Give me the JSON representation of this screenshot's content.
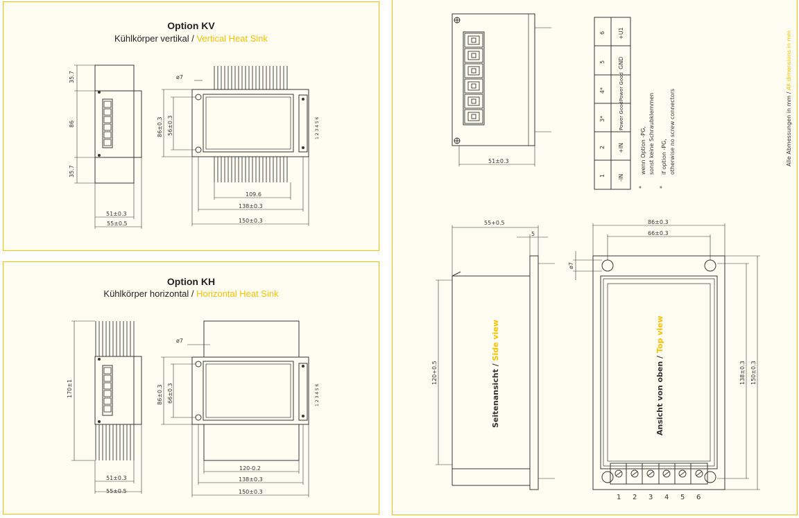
{
  "colors": {
    "accent": "#f2c200",
    "line": "#333333",
    "panel_bg": "#fffdf1"
  },
  "panel_kv": {
    "title": "Option KV",
    "subtitle_de": "Kühlkörper vertikal / ",
    "subtitle_en": "Vertical Heat Sink",
    "dims": {
      "d357_top": "35.7",
      "d86": "86",
      "d357_bot": "35.7",
      "w51": "51±0.3",
      "w55": "55±0.5",
      "phi7": "ø7",
      "h86": "86±0.3",
      "h56": "56±0.3",
      "w1096": "109.6",
      "w138": "138±0.3",
      "w150": "150±0.3"
    },
    "pin_numbers": "1 2 3 4 5 6"
  },
  "panel_kh": {
    "title": "Option KH",
    "subtitle_de": "Kühlkörper horizontal / ",
    "subtitle_en": "Horizontal Heat Sink",
    "dims": {
      "h170": "170±1",
      "w51": "51±0.3",
      "w55": "55±0.5",
      "phi7": "ø7",
      "h86": "86±0.3",
      "h66": "66±0.3",
      "w120": "120-0.2",
      "w138": "138±0.3",
      "w150": "150±0.3"
    },
    "pin_numbers": "1 2 3 4 5 6"
  },
  "right_panel": {
    "front_dim": "51±0.3",
    "pin_table": {
      "numbers": [
        "1",
        "2",
        "3*",
        "4*",
        "5",
        "6"
      ],
      "labels": [
        "-IN",
        "+IN",
        "Power Good",
        "Power Good",
        "GND",
        "+U1"
      ]
    },
    "footnote_star": "*",
    "footnote_de_1": "wenn Option -PG,",
    "footnote_de_2": "sonst keine Schraubklemmen",
    "footnote_en_1": "if option -PG,",
    "footnote_en_2": "otherwise no screw connectors",
    "all_dims_de": "Alle Abmessungen in mm / ",
    "all_dims_en": "All dimensions in mm",
    "side_view_de": "Seitenansicht / ",
    "side_view_en": "Side view",
    "side_dims": {
      "w55": "55+0.5",
      "d5": "5",
      "h120": "120+0.5"
    },
    "top_view_de": "Ansicht von oben / ",
    "top_view_en": "Top view",
    "top_dims": {
      "w86": "86±0.3",
      "w66": "66±0.3",
      "phi7": "ø7",
      "h138": "138±0.3",
      "h150": "150±0.3"
    },
    "terminal_numbers": [
      "1",
      "2",
      "3",
      "4",
      "5",
      "6"
    ]
  }
}
